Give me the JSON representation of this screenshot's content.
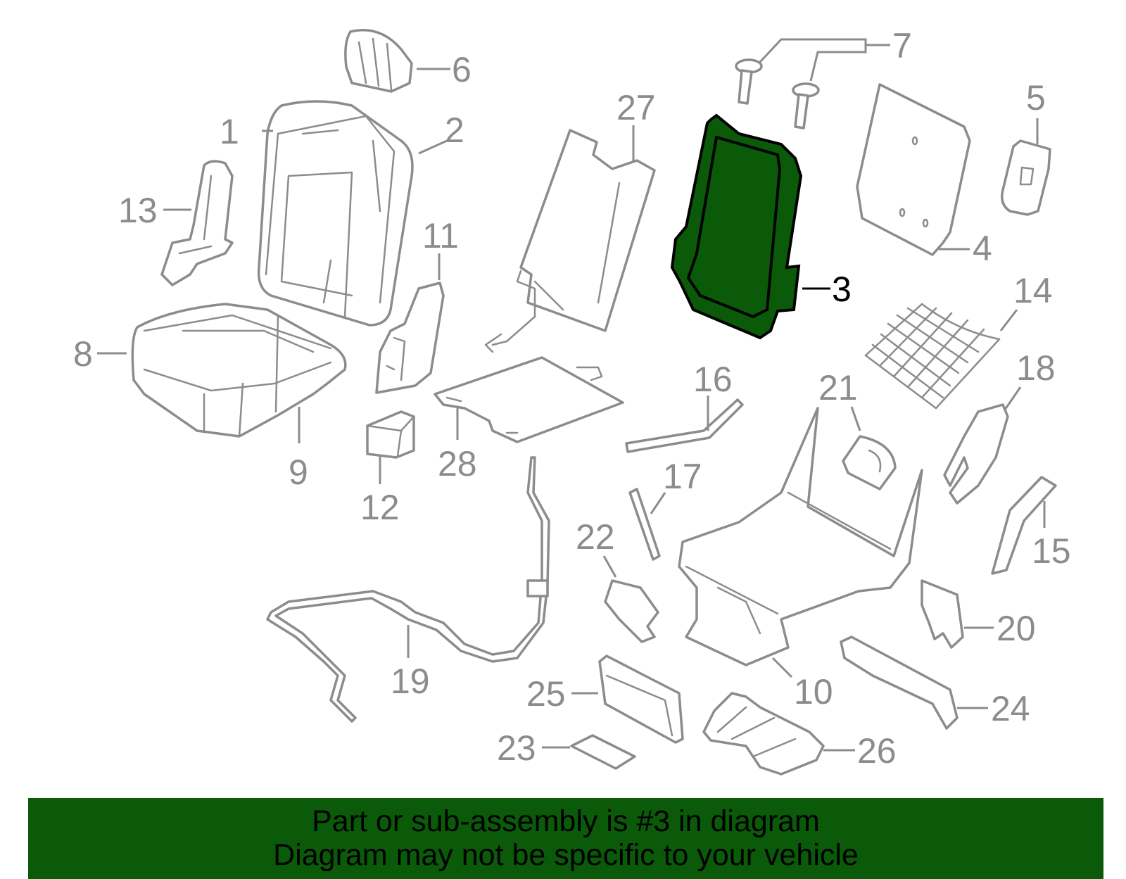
{
  "colors": {
    "outline": "#8c8c8c",
    "highlight_fill": "#0a5a0a",
    "highlight_stroke": "#000000",
    "banner_background": "#0a5a0a",
    "banner_text": "#000000"
  },
  "highlighted_part": "3",
  "callouts": {
    "c1": "1",
    "c2": "2",
    "c3": "3",
    "c4": "4",
    "c5": "5",
    "c6": "6",
    "c7": "7",
    "c8": "8",
    "c9": "9",
    "c10": "10",
    "c11": "11",
    "c12": "12",
    "c13": "13",
    "c14": "14",
    "c15": "15",
    "c16": "16",
    "c17": "17",
    "c18": "18",
    "c19": "19",
    "c20": "20",
    "c21": "21",
    "c22": "22",
    "c23": "23",
    "c24": "24",
    "c25": "25",
    "c26": "26",
    "c27": "27",
    "c28": "28"
  },
  "banner": {
    "line1": "Part or sub-assembly is #3 in diagram",
    "line2": "Diagram may not be specific to your vehicle"
  }
}
